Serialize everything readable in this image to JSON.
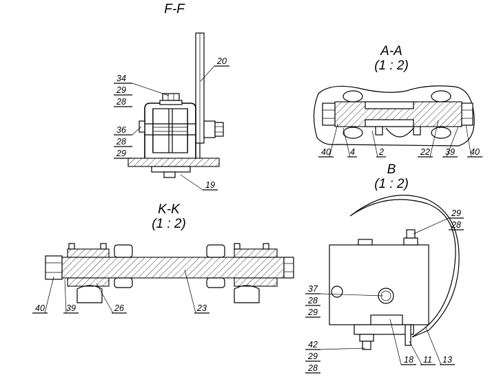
{
  "views": {
    "ff": {
      "title": "F-F"
    },
    "aa": {
      "title": "A-A",
      "scale": "(1 : 2)"
    },
    "b": {
      "title": "B",
      "scale": "(1 : 2)"
    },
    "kk": {
      "title": "K-K",
      "scale": "(1 : 2)"
    }
  },
  "callouts": {
    "ff_34": "34",
    "ff_29a": "29",
    "ff_28a": "28",
    "ff_20": "20",
    "ff_36": "36",
    "ff_28b": "28",
    "ff_29b": "29",
    "ff_19": "19",
    "aa_40a": "40",
    "aa_4": "4",
    "aa_2": "2",
    "aa_22": "22",
    "aa_39": "39",
    "aa_40b": "40",
    "kk_40": "40",
    "kk_39": "39",
    "kk_26": "26",
    "kk_23": "23",
    "b_29a": "29",
    "b_28a": "28",
    "b_37": "37",
    "b_28b": "28",
    "b_29b": "29",
    "b_42": "42",
    "b_29c": "29",
    "b_28c": "28",
    "b_18": "18",
    "b_11": "11",
    "b_13": "13"
  }
}
